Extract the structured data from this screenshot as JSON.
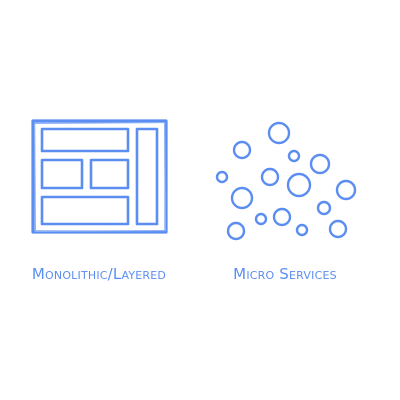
{
  "colors": {
    "ink": "#5b8ef0",
    "ink_light": "#8fb1f5",
    "background": "#ffffff"
  },
  "diagrams": [
    {
      "id": "monolithic",
      "icon": "layered-blocks-icon",
      "caption": "Monolithic/Layered"
    },
    {
      "id": "microservices",
      "icon": "bubbles-cluster-icon",
      "caption": "Micro Services"
    }
  ]
}
